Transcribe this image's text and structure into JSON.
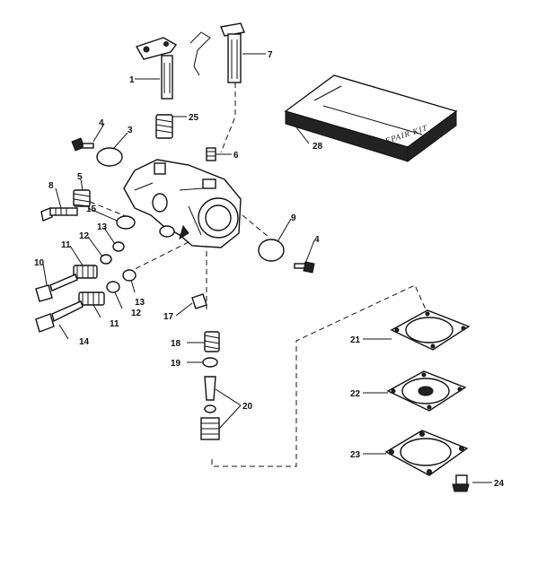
{
  "callouts": {
    "c1": "1",
    "c3": "3",
    "c4a": "4",
    "c4b": "4",
    "c5": "5",
    "c6": "6",
    "c7": "7",
    "c8": "8",
    "c9": "9",
    "c10": "10",
    "c11a": "11",
    "c11b": "11",
    "c12a": "12",
    "c12b": "12",
    "c13a": "13",
    "c13b": "13",
    "c14": "14",
    "c15": "15",
    "c17": "17",
    "c18": "18",
    "c19": "19",
    "c20": "20",
    "c21": "21",
    "c22": "22",
    "c23": "23",
    "c24": "24",
    "c25": "25",
    "c28": "28"
  },
  "repair_kit_label": "REPAIR KIT"
}
